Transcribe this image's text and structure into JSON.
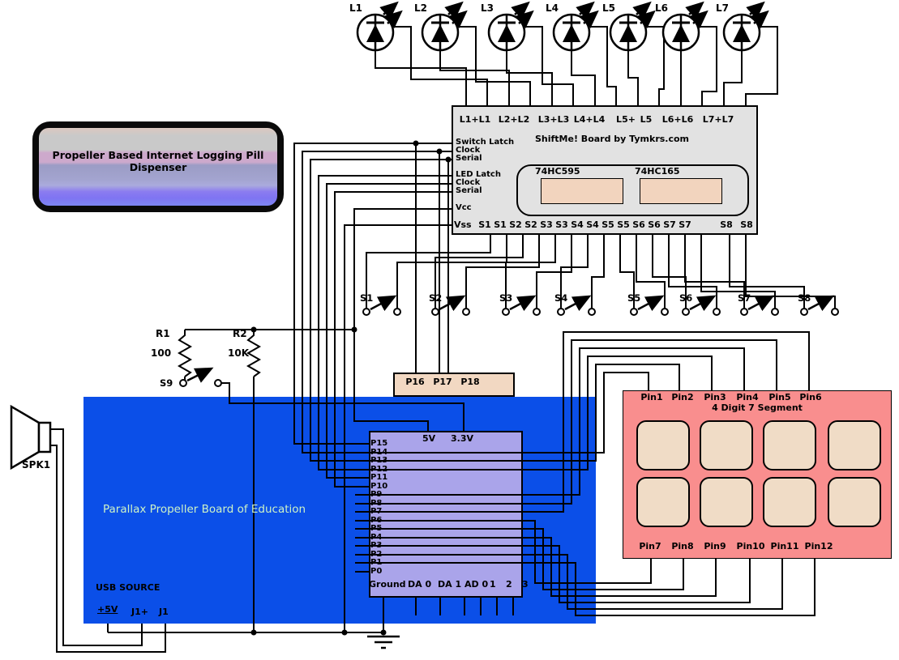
{
  "dispenser": {
    "label": "Propeller Based Internet Logging Pill Dispenser"
  },
  "leds": [
    "L1",
    "L2",
    "L3",
    "L4",
    "L5",
    "L6",
    "L7"
  ],
  "shiftme": {
    "title": "ShiftMe! Board by Tymkrs.com",
    "top_labels": [
      "L1+L1",
      "L2+L2",
      "L3+L3",
      "L4+L4",
      "L5+",
      "L5",
      "L6+L6",
      "L7+L7"
    ],
    "left_labels": [
      "Switch Latch",
      "Clock",
      "Serial",
      "LED Latch",
      "Clock",
      "Serial",
      "Vcc"
    ],
    "bottom_labels": [
      "Vss",
      "S1",
      "S1",
      "S2",
      "S2",
      "S3",
      "S3",
      "S4",
      "S4",
      "S5",
      "S5",
      "S6",
      "S6",
      "S7",
      "S7",
      "S8",
      "S8"
    ],
    "chips": [
      "74HC595",
      "74HC165"
    ]
  },
  "switches": {
    "labels": [
      "S1",
      "S2",
      "S3",
      "S4",
      "S5",
      "S6",
      "S7",
      "S8"
    ],
    "s9": "S9"
  },
  "resistors": [
    {
      "name": "R1",
      "value": "100"
    },
    {
      "name": "R2",
      "value": "10K"
    }
  ],
  "p16_board": {
    "labels": [
      "P16",
      "P17",
      "P18"
    ]
  },
  "speaker": {
    "label": "SPK1"
  },
  "blue_board": {
    "title": "Parallax Propeller Board of Education",
    "usb_label": "USB SOURCE",
    "power_labels": [
      "+5V",
      "J1+",
      "J1"
    ]
  },
  "proto_board": {
    "top_labels": [
      "5V",
      "3.3V"
    ],
    "pin_labels": [
      "P15",
      "P14",
      "P13",
      "P12",
      "P11",
      "P10",
      "P9",
      "P8",
      "P7",
      "P6",
      "P5",
      "P4",
      "P3",
      "P2",
      "P1",
      "P0"
    ],
    "bottom_labels": [
      "Ground",
      "DA 0",
      "DA 1",
      "AD 0",
      "1",
      "2",
      "3"
    ]
  },
  "segment_board": {
    "title": "4 Digit 7 Segment",
    "top_pins": [
      "Pin1",
      "Pin2",
      "Pin3",
      "Pin4",
      "Pin5",
      "Pin6"
    ],
    "bottom_pins": [
      "Pin7",
      "Pin8",
      "Pin9",
      "Pin10",
      "Pin11",
      "Pin12"
    ]
  },
  "colors": {
    "board_gray": "#e2e2e2",
    "chip_peach": "#f2d4be",
    "blue_board": "#0b4fe8",
    "proto_lavender": "#aaa4ea",
    "segment_pink": "#f98e8e",
    "segment_digit": "#f0dcc6",
    "title_green": "#cdf2c6",
    "wire": "#000000"
  }
}
